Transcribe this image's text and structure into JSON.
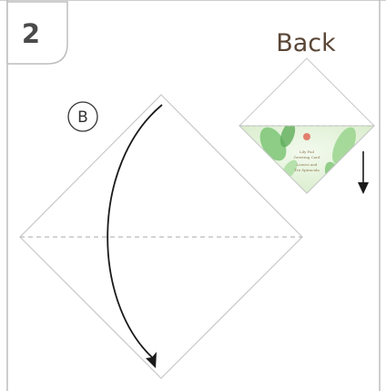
{
  "step": {
    "number": "2"
  },
  "back_view": {
    "label": "Back"
  },
  "fold_marker": {
    "label": "B"
  },
  "card_print": {
    "lines": [
      "Lily Pad",
      "Greeting Card",
      "Leaves and",
      "Tre Spiracula"
    ]
  },
  "colors": {
    "frame": "#bdbdbd",
    "paper_edge": "#c8c8c8",
    "fold_line": "#bbbbbb",
    "arrow": "#1a1a1a",
    "leaf_green": "#7cc576",
    "text_brown": "#5a4636"
  }
}
